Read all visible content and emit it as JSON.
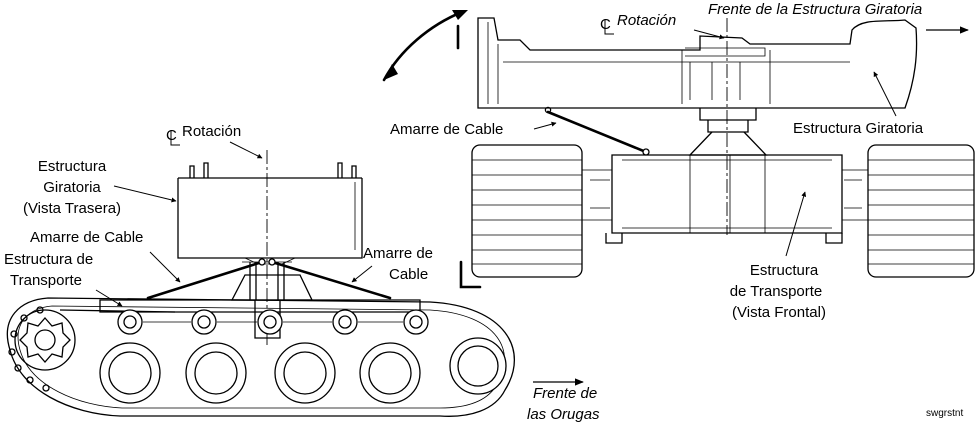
{
  "left_view": {
    "centerline_label": "Rotación",
    "swing_structure_label": [
      "Estructura",
      "Giratoria",
      "(Vista Trasera)"
    ],
    "tie_cable_left_label": "Amarre de Cable",
    "tie_cable_right_label": [
      "Amarre de",
      "Cable"
    ],
    "carbody_label": [
      "Estructura de",
      "Transporte"
    ],
    "tracks_front_label": [
      "Frente de",
      "las Orugas"
    ]
  },
  "right_view": {
    "centerline_label": "Rotación",
    "swing_front_label": "Frente de la Estructura Giratoria",
    "tie_cable_label": "Amarre de Cable",
    "swing_structure_label": "Estructura Giratoria",
    "carbody_label": [
      "Estructura",
      "de Transporte",
      "(Vista Frontal)"
    ]
  },
  "reference_code": "swgrstnt"
}
